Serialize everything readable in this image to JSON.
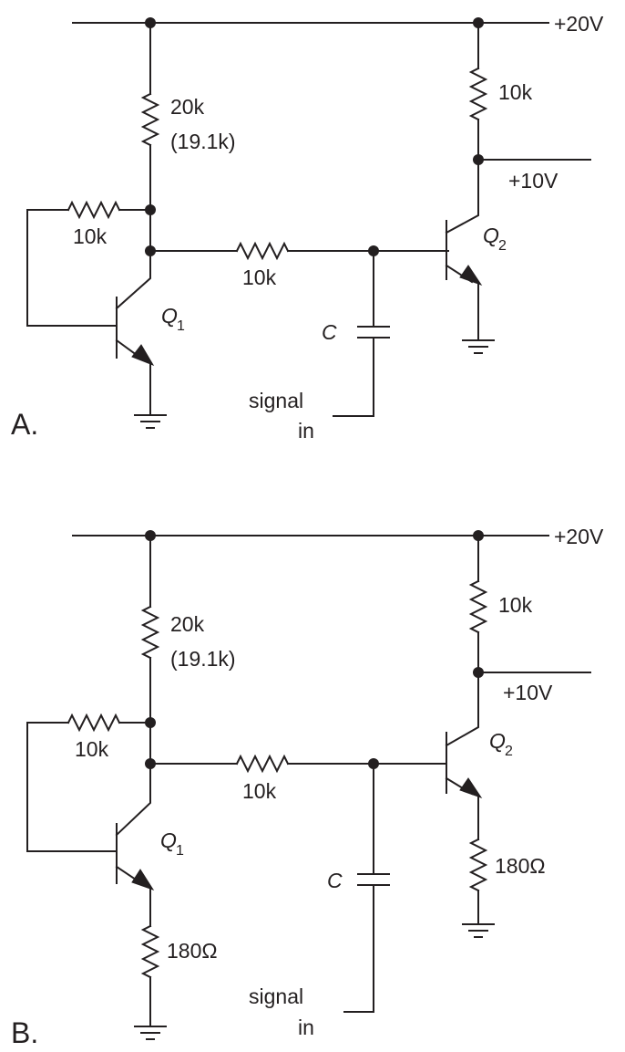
{
  "circuits": [
    {
      "panel_label": "A.",
      "supply": "+20V",
      "output_voltage": "+10V",
      "r_top": "20k",
      "r_top_alt": "(19.1k)",
      "r_feedback": "10k",
      "r_series": "10k",
      "r_collector": "10k",
      "cap": "C",
      "signal_line1": "signal",
      "signal_line2": "in",
      "q1": "Q",
      "q1_sub": "1",
      "q2": "Q",
      "q2_sub": "2"
    },
    {
      "panel_label": "B.",
      "supply": "+20V",
      "output_voltage": "+10V",
      "r_top": "20k",
      "r_top_alt": "(19.1k)",
      "r_feedback": "10k",
      "r_series": "10k",
      "r_collector": "10k",
      "cap": "C",
      "signal_line1": "signal",
      "signal_line2": "in",
      "q1": "Q",
      "q1_sub": "1",
      "q2": "Q",
      "q2_sub": "2",
      "r_emitter_q2": "180Ω",
      "r_emitter_q1": "180Ω"
    }
  ]
}
